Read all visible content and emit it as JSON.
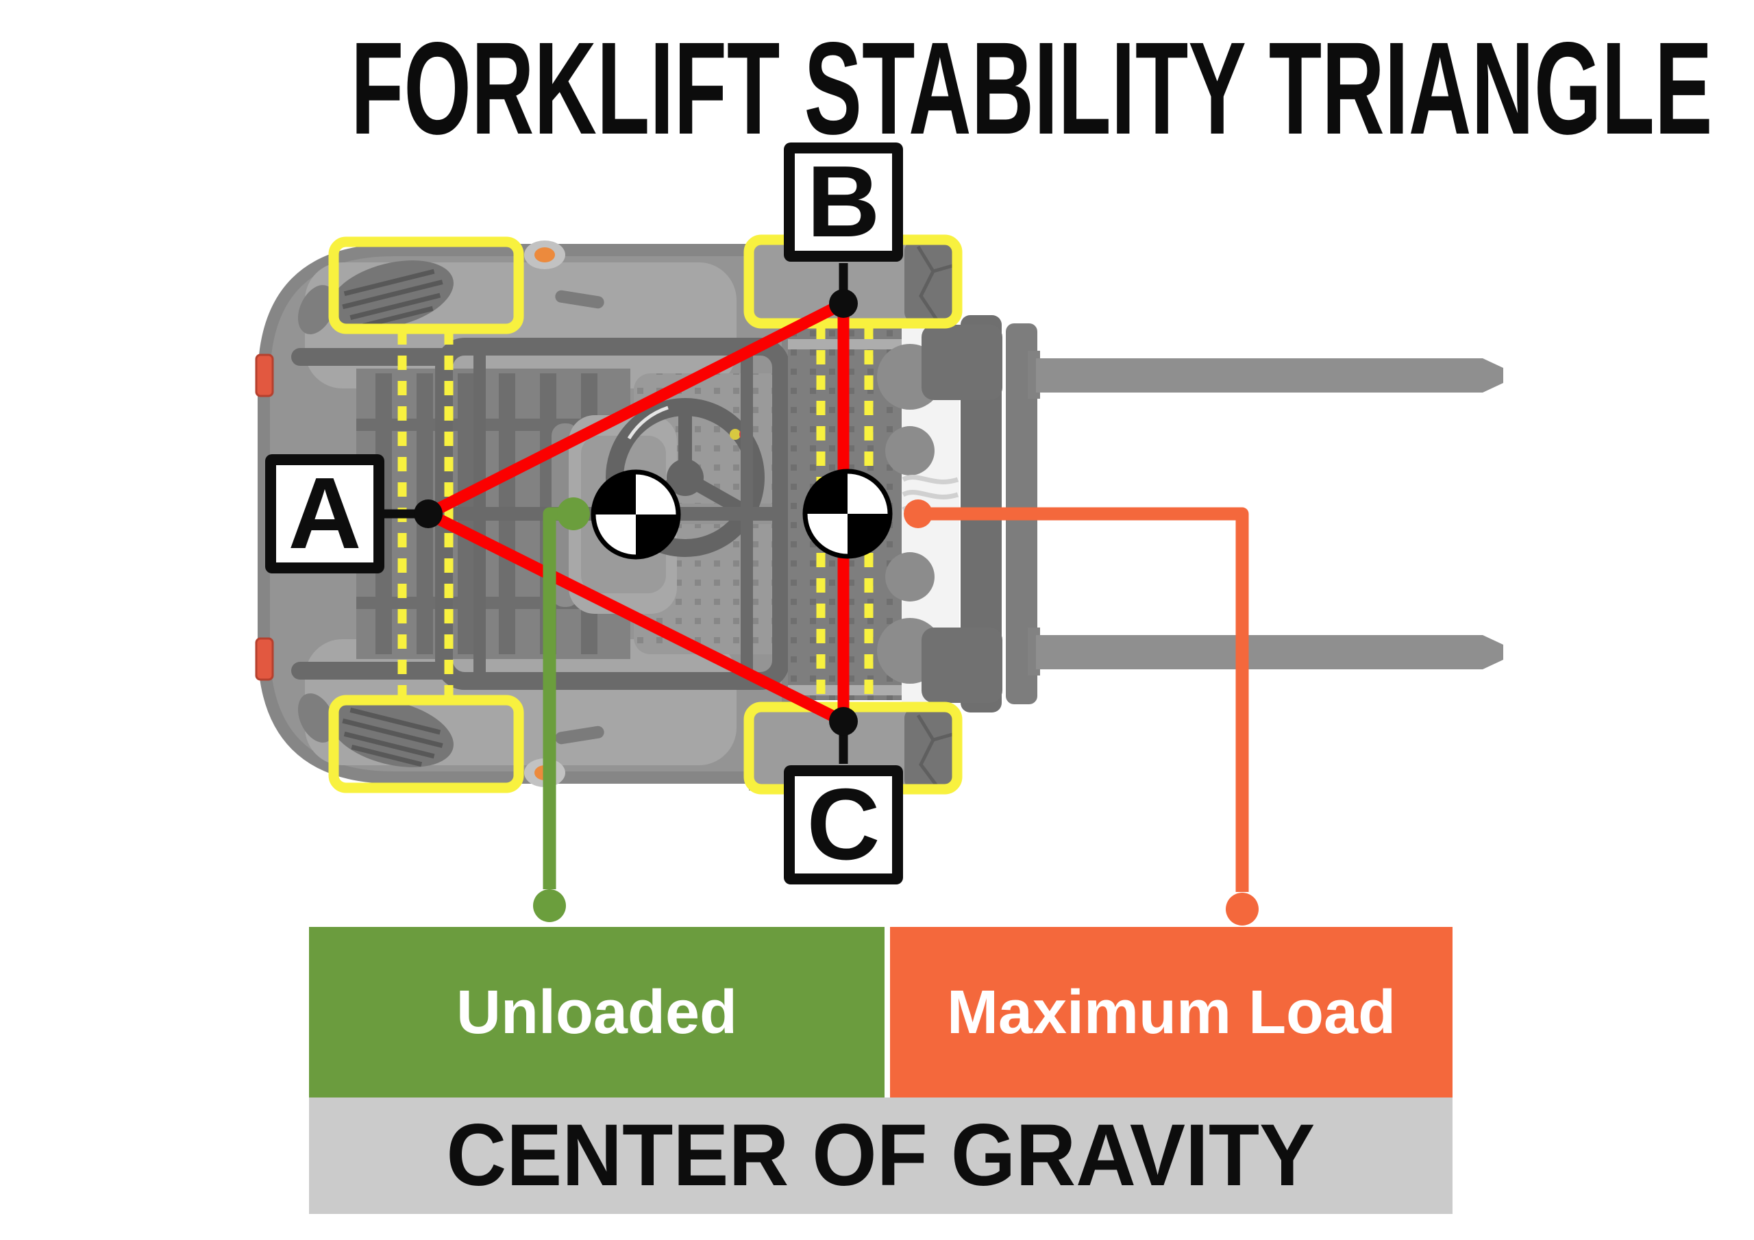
{
  "title": "FORKLIFT STABILITY TRIANGLE",
  "triangle_points": {
    "a": "A",
    "b": "B",
    "c": "C"
  },
  "legend": {
    "unloaded_label": "Unloaded",
    "maximum_load_label": "Maximum Load",
    "center_of_gravity_label": "CENTER OF GRAVITY"
  },
  "colors": {
    "triangle_red": "#FB0000",
    "highlight_yellow": "#F8F13F",
    "unloaded_green": "#6B9C3E",
    "maximum_load_orange": "#F4683C",
    "footer_gray": "#CBCBCB",
    "forklift_body_gray": "#949494",
    "label_black": "#0D0D0D"
  },
  "icons": {
    "cg_unloaded": "center-of-gravity-symbol",
    "cg_loaded": "center-of-gravity-symbol"
  }
}
